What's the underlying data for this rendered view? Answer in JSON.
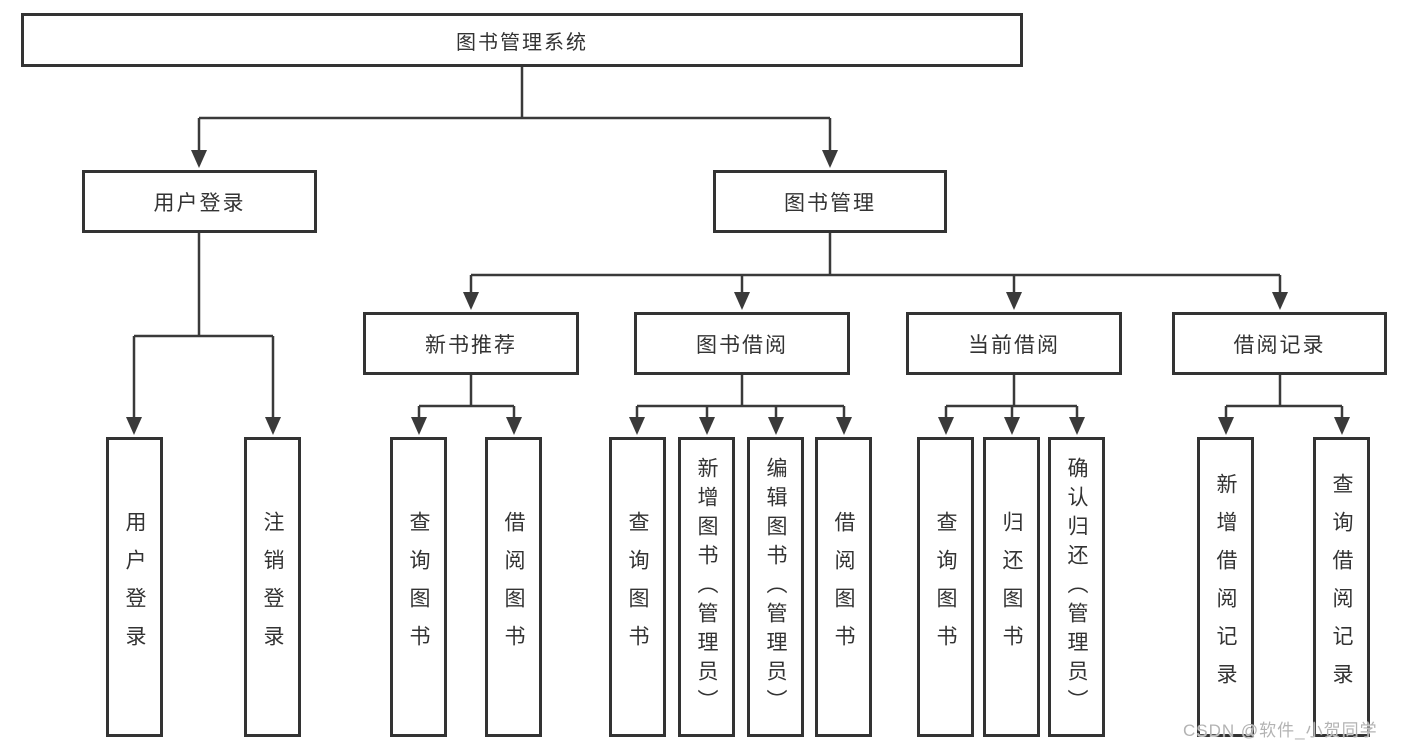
{
  "colors": {
    "line": "#3a3a3a",
    "box_border": "#333333",
    "text": "#333333",
    "background": "#ffffff",
    "watermark_text": "#b3b3b3"
  },
  "watermark": {
    "text": "CSDN @软件_小贺同学"
  },
  "tree": {
    "root": {
      "label": "图书管理系统"
    },
    "level1": [
      {
        "id": "user-login",
        "label": "用户登录"
      },
      {
        "id": "book-management",
        "label": "图书管理"
      }
    ],
    "level2": [
      {
        "id": "new-book-recommend",
        "parent": "book-management",
        "label": "新书推荐"
      },
      {
        "id": "book-borrowing",
        "parent": "book-management",
        "label": "图书借阅"
      },
      {
        "id": "current-borrowing",
        "parent": "book-management",
        "label": "当前借阅"
      },
      {
        "id": "borrowing-records",
        "parent": "book-management",
        "label": "借阅记录"
      }
    ],
    "leaves": [
      {
        "parent": "user-login",
        "label": "用户登录"
      },
      {
        "parent": "user-login",
        "label": "注销登录"
      },
      {
        "parent": "new-book-recommend",
        "label": "查询图书"
      },
      {
        "parent": "new-book-recommend",
        "label": "借阅图书"
      },
      {
        "parent": "book-borrowing",
        "label": "查询图书"
      },
      {
        "parent": "book-borrowing",
        "label": "新增图书（管理员）"
      },
      {
        "parent": "book-borrowing",
        "label": "编辑图书（管理员）"
      },
      {
        "parent": "book-borrowing",
        "label": "借阅图书"
      },
      {
        "parent": "current-borrowing",
        "label": "查询图书"
      },
      {
        "parent": "current-borrowing",
        "label": "归还图书"
      },
      {
        "parent": "current-borrowing",
        "label": "确认归还（管理员）"
      },
      {
        "parent": "borrowing-records",
        "label": "新增借阅记录"
      },
      {
        "parent": "borrowing-records",
        "label": "查询借阅记录"
      }
    ]
  }
}
